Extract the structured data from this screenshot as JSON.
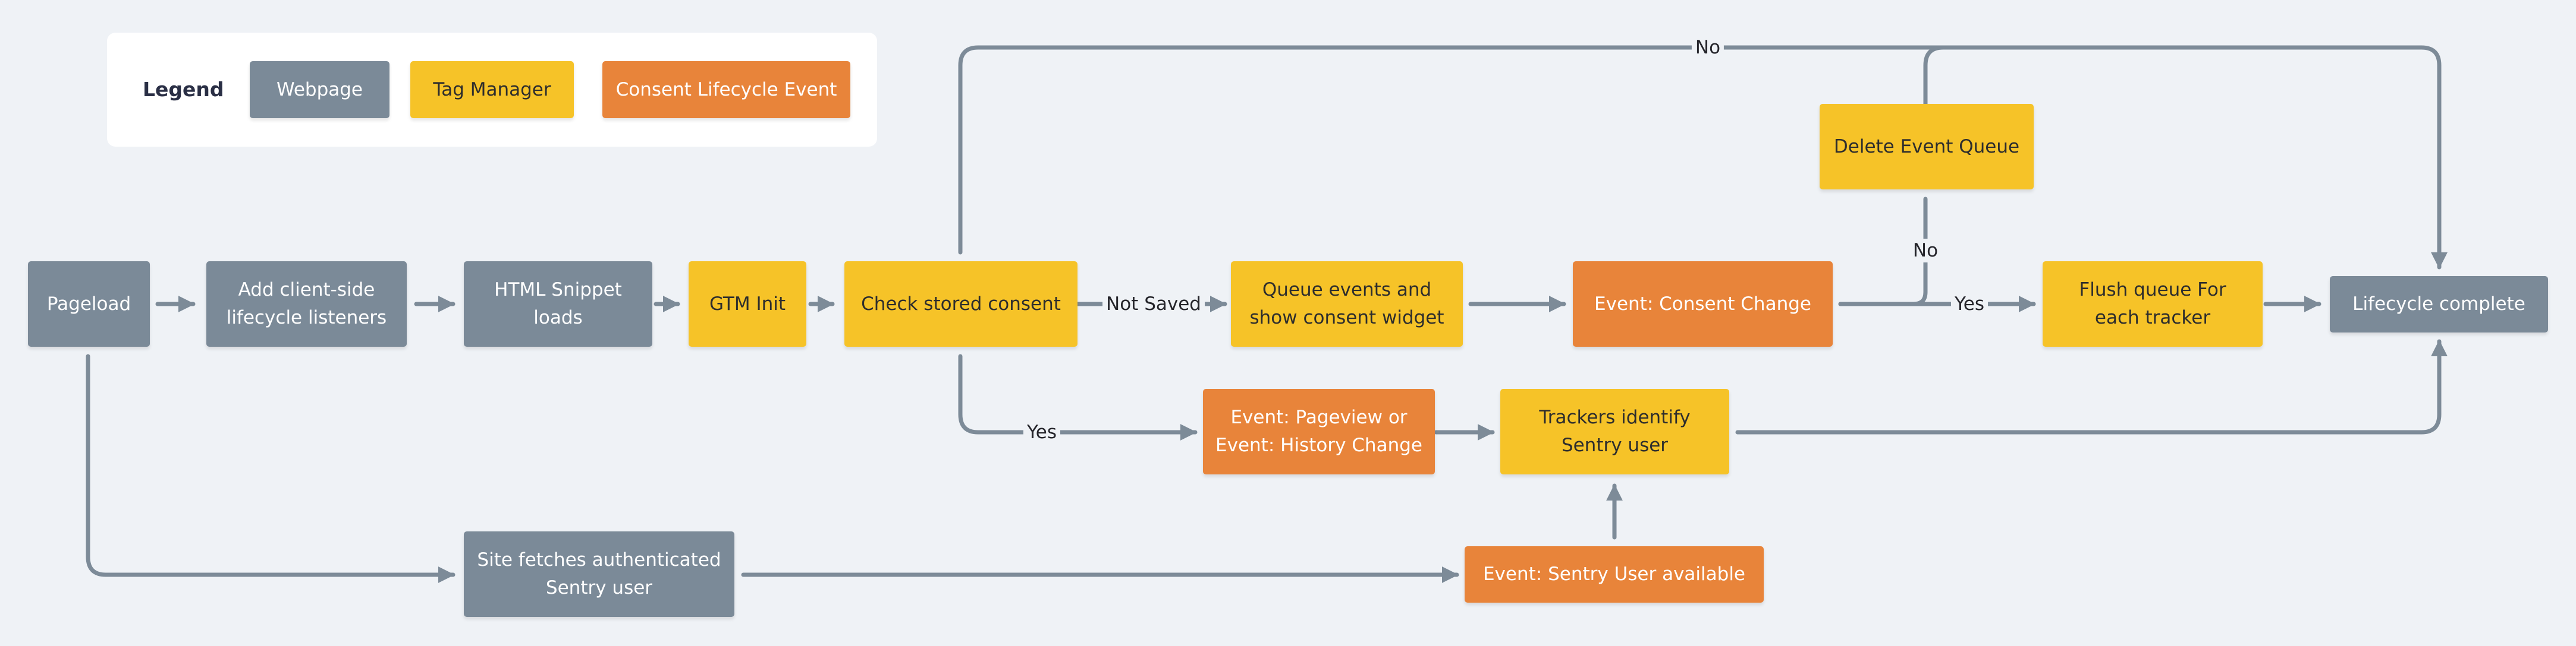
{
  "legend": {
    "title": "Legend",
    "items": [
      {
        "label": "Webpage",
        "kind": "webpage"
      },
      {
        "label": "Tag Manager",
        "kind": "tagmgr"
      },
      {
        "label": "Consent Lifecycle Event",
        "kind": "consent"
      }
    ]
  },
  "colors": {
    "webpage": "#7b8a98",
    "tag_manager": "#f6c328",
    "consent_event": "#e8843a",
    "edge": "#7d8b98",
    "background": "#eff2f6"
  },
  "nodes": {
    "pageload": "Pageload",
    "add_listeners": "Add client-side\nlifecycle listeners",
    "html_snippet": "HTML Snippet\nloads",
    "gtm_init": "GTM Init",
    "check_consent": "Check stored consent",
    "queue_events": "Queue events and\nshow consent widget",
    "consent_change": "Event: Consent Change",
    "delete_queue": "Delete Event Queue",
    "flush_queue": "Flush queue For\neach tracker",
    "lifecycle_complete": "Lifecycle complete",
    "pageview": "Event: Pageview or\nEvent: History Change",
    "trackers_identify": "Trackers identify\nSentry user",
    "site_fetches": "Site fetches authenticated\nSentry user",
    "sentry_user_available": "Event: Sentry User available"
  },
  "edge_labels": {
    "not_saved": "Not Saved",
    "yes_stored": "Yes",
    "no_top": "No",
    "no_delete": "No",
    "yes_flush": "Yes"
  }
}
